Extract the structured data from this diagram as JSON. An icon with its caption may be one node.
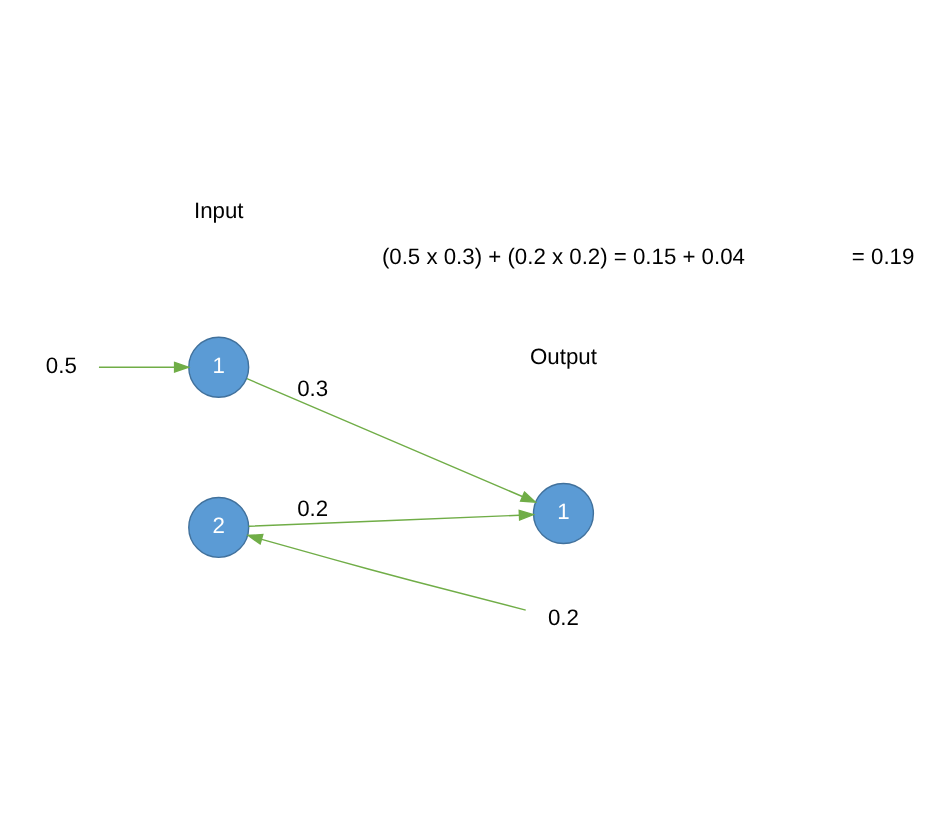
{
  "diagram": {
    "nodes": [
      {
        "text": [
          "0.5"
        ]
      },
      {
        "text": [
          "1"
        ]
      },
      {
        "text": [
          "1"
        ]
      },
      {
        "text": [
          "0.2"
        ]
      },
      {
        "text": [
          "2"
        ]
      }
    ],
    "edges": [
      {
        "from": 0,
        "to": 1,
        "arrow": "to"
      },
      {
        "from": 1,
        "to": 2,
        "arrow": "to",
        "label": "0.3"
      },
      {
        "from": 3,
        "to": 4,
        "arrow": "to"
      },
      {
        "from": 4,
        "to": 2,
        "arrow": "to",
        "label": "0.2"
      }
    ],
    "labels": [
      "Input",
      "Output",
      "(0.5 x 0.3) + (0.2 x 0.2) = 0.15 + 0.04",
      "= 0.19"
    ]
  }
}
